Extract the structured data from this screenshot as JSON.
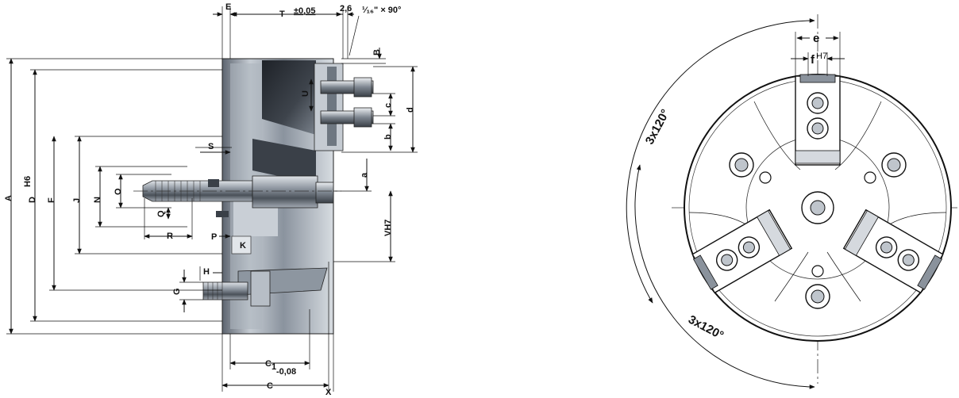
{
  "side_view": {
    "labels": {
      "E": "E",
      "T": "T",
      "tol": "±0,05",
      "dim_26": "2,6",
      "chamfer": "¹⁄₁₆\" × 90°",
      "B": "B",
      "U": "U",
      "c": "c",
      "d": "d",
      "b": "b",
      "S": "S",
      "a": "a",
      "VH7": "VH7",
      "A": "A",
      "D": "D",
      "D_sup": "H6",
      "F": "F",
      "J": "J",
      "N": "N",
      "O": "O",
      "Q": "Q",
      "R": "R",
      "P": "P",
      "K": "K",
      "H": "H",
      "G": "G",
      "C1": "C",
      "C1_sub": "1",
      "C1_tol": "-0,08",
      "C": "C",
      "X": "X"
    }
  },
  "front_view": {
    "labels": {
      "e": "e",
      "f": "f",
      "f_sup": "H7",
      "angle_left": "3x120°",
      "angle_bottom": "3x120°"
    }
  },
  "colors": {
    "steel_dark": "#2b2f35",
    "steel_mid": "#6d7683",
    "steel_light": "#b9c0c9",
    "steel_pale": "#dfe3e8",
    "line": "#111111"
  }
}
